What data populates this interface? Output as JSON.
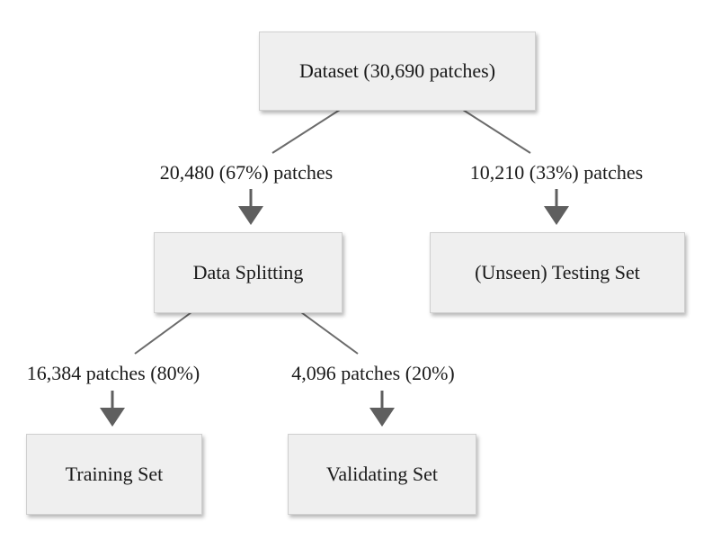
{
  "nodes": {
    "dataset": "Dataset (30,690 patches)",
    "data_splitting": "Data Splitting",
    "testing_set": "(Unseen) Testing Set",
    "training_set": "Training Set",
    "validating_set": "Validating Set"
  },
  "edges": {
    "to_splitting": "20,480 (67%) patches",
    "to_testing": "10,210 (33%) patches",
    "to_training": "16,384 patches (80%)",
    "to_validating": "4,096 patches (20%)"
  },
  "colors": {
    "node_fill": "#efefef",
    "connector": "#6b6b6b",
    "arrow": "#5f5f5f"
  }
}
